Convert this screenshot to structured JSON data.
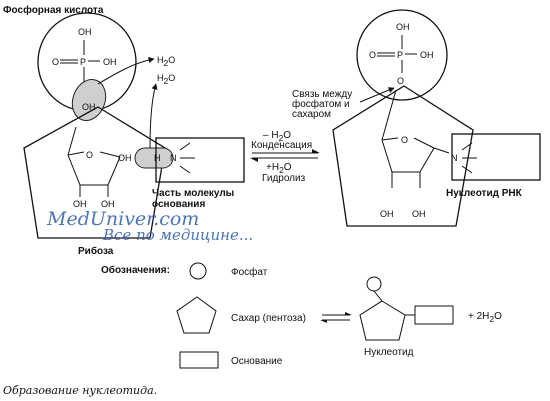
{
  "labels": {
    "phosphoric_acid": "Фосфорная кислота",
    "ribose": "Рибоза",
    "base_part_line1": "Часть молекулы",
    "base_part_line2": "основания",
    "bond_line1": "Связь между",
    "bond_line2": "фосфатом и",
    "bond_line3": "сахаром",
    "rna_nucleotide": "Нуклеотид РНК"
  },
  "reaction": {
    "minus_water": "– H",
    "minus_water_tail": "O",
    "condensation": "Конденсация",
    "plus_water": "+H",
    "plus_water_tail": "O",
    "hydrolysis": "Гидролиз"
  },
  "chem": {
    "oh": "OH",
    "o": "O",
    "p": "P",
    "h": "H",
    "n": "N",
    "o_dbl": "O",
    "h2o": "H",
    "h2o_tail": "O",
    "sub2": "2"
  },
  "legend": {
    "title": "Обозначения:",
    "phosphate": "Фосфат",
    "sugar": "Сахар (пентоза)",
    "base": "Основание",
    "nucleotide": "Нуклеотид",
    "plus_water": "+ 2H",
    "plus_water_tail": "O"
  },
  "watermark": {
    "line1": "MedUniver.com",
    "line2": "Все по медицине..."
  },
  "caption": "Образование нуклеотида."
}
